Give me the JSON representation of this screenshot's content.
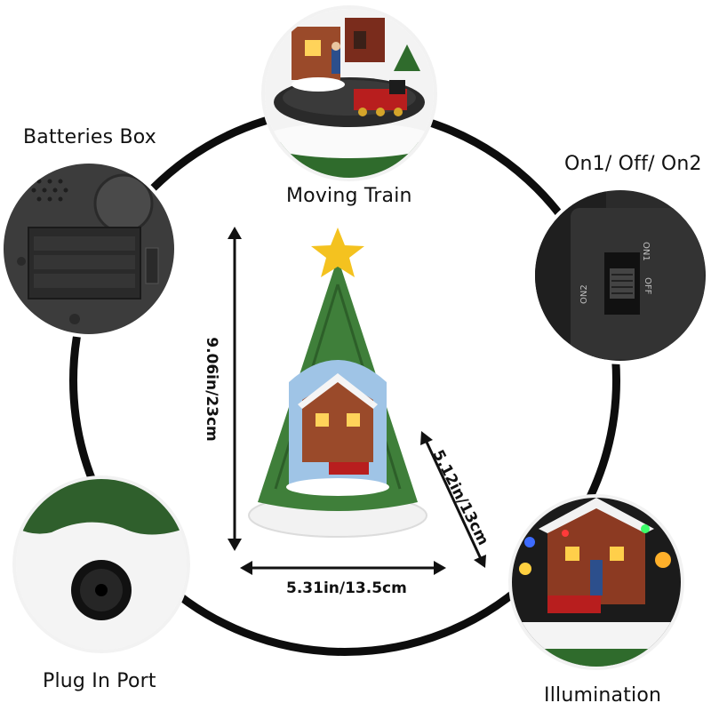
{
  "features": {
    "moving_train": "Moving Train",
    "batteries_box": "Batteries Box",
    "switch": "On1/ Off/ On2",
    "plug_in_port": "Plug In Port",
    "illumination": "Illumination"
  },
  "switch_marks": {
    "on1": "ON1",
    "off": "OFF",
    "on2": "ON2"
  },
  "dimensions": {
    "height": "9.06in/23cm",
    "depth": "5.12in/13cm",
    "width": "5.31in/13.5cm"
  },
  "colors": {
    "ring": "#0d0d0d",
    "tree_green": "#3f7f3a",
    "star": "#f4c21f"
  }
}
